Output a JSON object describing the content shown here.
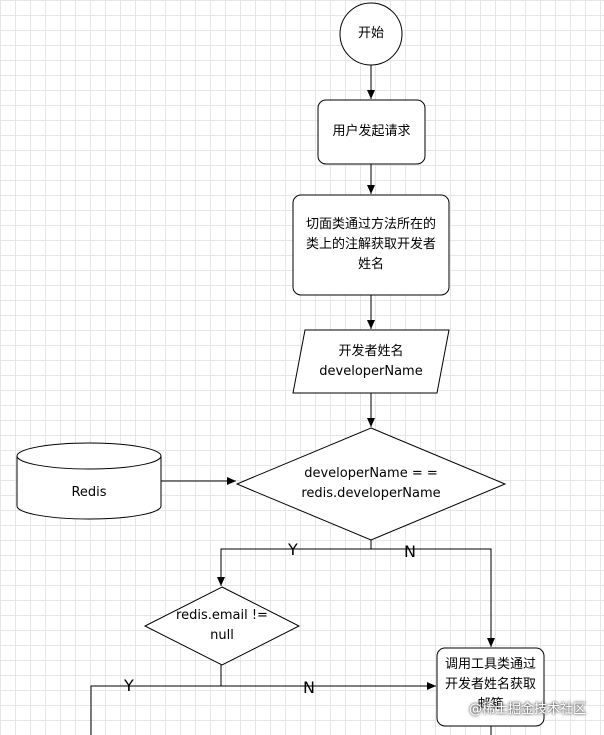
{
  "nodes": {
    "start": "开始",
    "request": "用户发起请求",
    "aspect": [
      "切面类通过方法所在的",
      "类上的注解获取开发者",
      "姓名"
    ],
    "devname": [
      "开发者姓名",
      "developerName"
    ],
    "redis": "Redis",
    "compare": [
      "developerName = =",
      "redis.developerName"
    ],
    "email_check": [
      "redis.email !=",
      "null"
    ],
    "tool": [
      "调用工具类通过",
      "开发者姓名获取",
      "邮箱"
    ]
  },
  "edge_labels": {
    "compare_yes": "Y",
    "compare_no": "N",
    "email_yes": "Y",
    "email_no": "N"
  },
  "watermark": "@稀土掘金技术社区"
}
